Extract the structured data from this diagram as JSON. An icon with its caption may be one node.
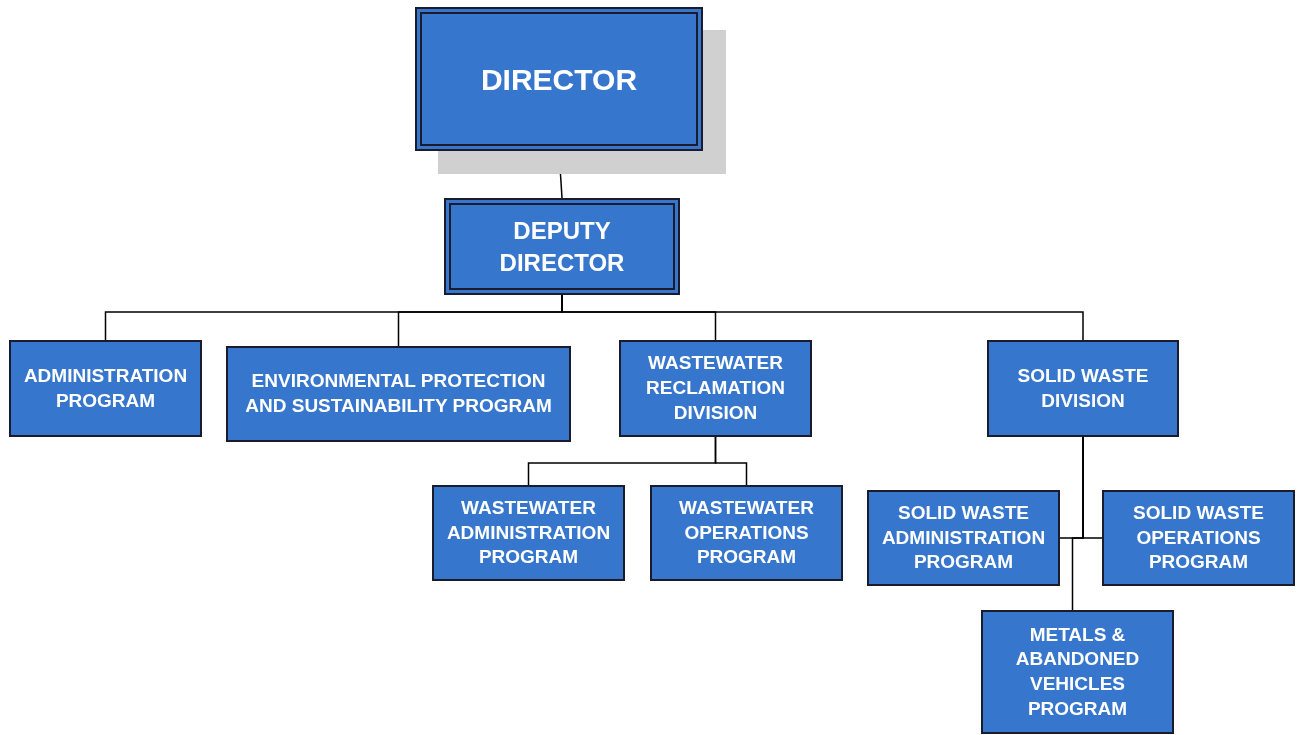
{
  "diagram": {
    "nodes": [
      {
        "text": [
          "DIRECTOR"
        ]
      },
      {
        "text": [
          "DEPUTY DIRECTOR"
        ]
      },
      {
        "text": [
          "ADMINISTRATION PROGRAM"
        ]
      },
      {
        "text": [
          "ENVIRONMENTAL PROTECTION AND SUSTAINABILITY PROGRAM"
        ]
      },
      {
        "text": [
          "WASTEWATER RECLAMATION DIVISION"
        ]
      },
      {
        "text": [
          "SOLID WASTE DIVISION"
        ]
      },
      {
        "text": [
          "WASTEWATER ADMINISTRATION PROGRAM"
        ]
      },
      {
        "text": [
          "WASTEWATER OPERATIONS PROGRAM"
        ]
      },
      {
        "text": [
          "SOLID WASTE ADMINISTRATION PROGRAM"
        ]
      },
      {
        "text": [
          "SOLID WASTE OPERATIONS PROGRAM"
        ]
      },
      {
        "text": [
          "METALS & ABANDONED VEHICLES PROGRAM"
        ]
      }
    ],
    "edges": [
      {
        "from": 0,
        "to": 1,
        "arrow": "none"
      },
      {
        "from": 1,
        "to": 2,
        "arrow": "none"
      },
      {
        "from": 1,
        "to": 3,
        "arrow": "none"
      },
      {
        "from": 1,
        "to": 4,
        "arrow": "none"
      },
      {
        "from": 1,
        "to": 5,
        "arrow": "none"
      },
      {
        "from": 4,
        "to": 6,
        "arrow": "none"
      },
      {
        "from": 4,
        "to": 7,
        "arrow": "none"
      },
      {
        "from": 5,
        "to": 8,
        "arrow": "none"
      },
      {
        "from": 5,
        "to": 9,
        "arrow": "none"
      },
      {
        "from": 5,
        "to": 10,
        "arrow": "none"
      }
    ]
  }
}
